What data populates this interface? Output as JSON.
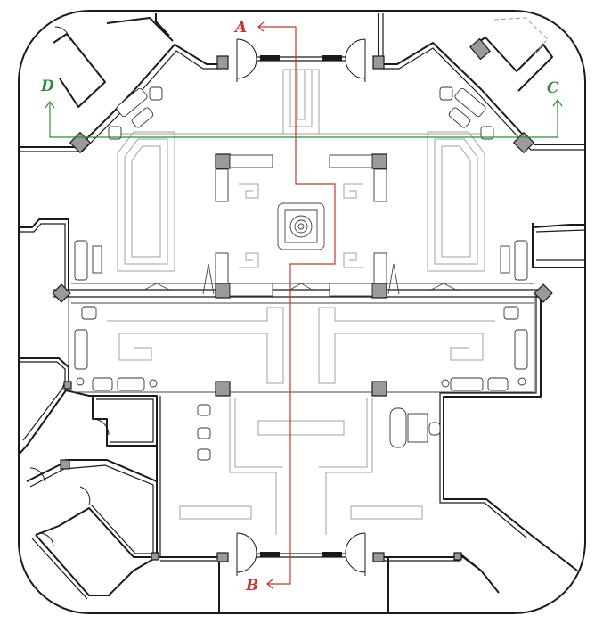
{
  "plan": {
    "section_a": {
      "label": "A",
      "color": "#c8352f"
    },
    "section_b": {
      "label": "B",
      "color": "#c8352f"
    },
    "section_c": {
      "label": "C",
      "color": "#2e8b3a"
    },
    "section_d": {
      "label": "D",
      "color": "#2e8b3a"
    },
    "outline_color": "#1a1a1a",
    "pattern_color": "#a0a0a0"
  }
}
